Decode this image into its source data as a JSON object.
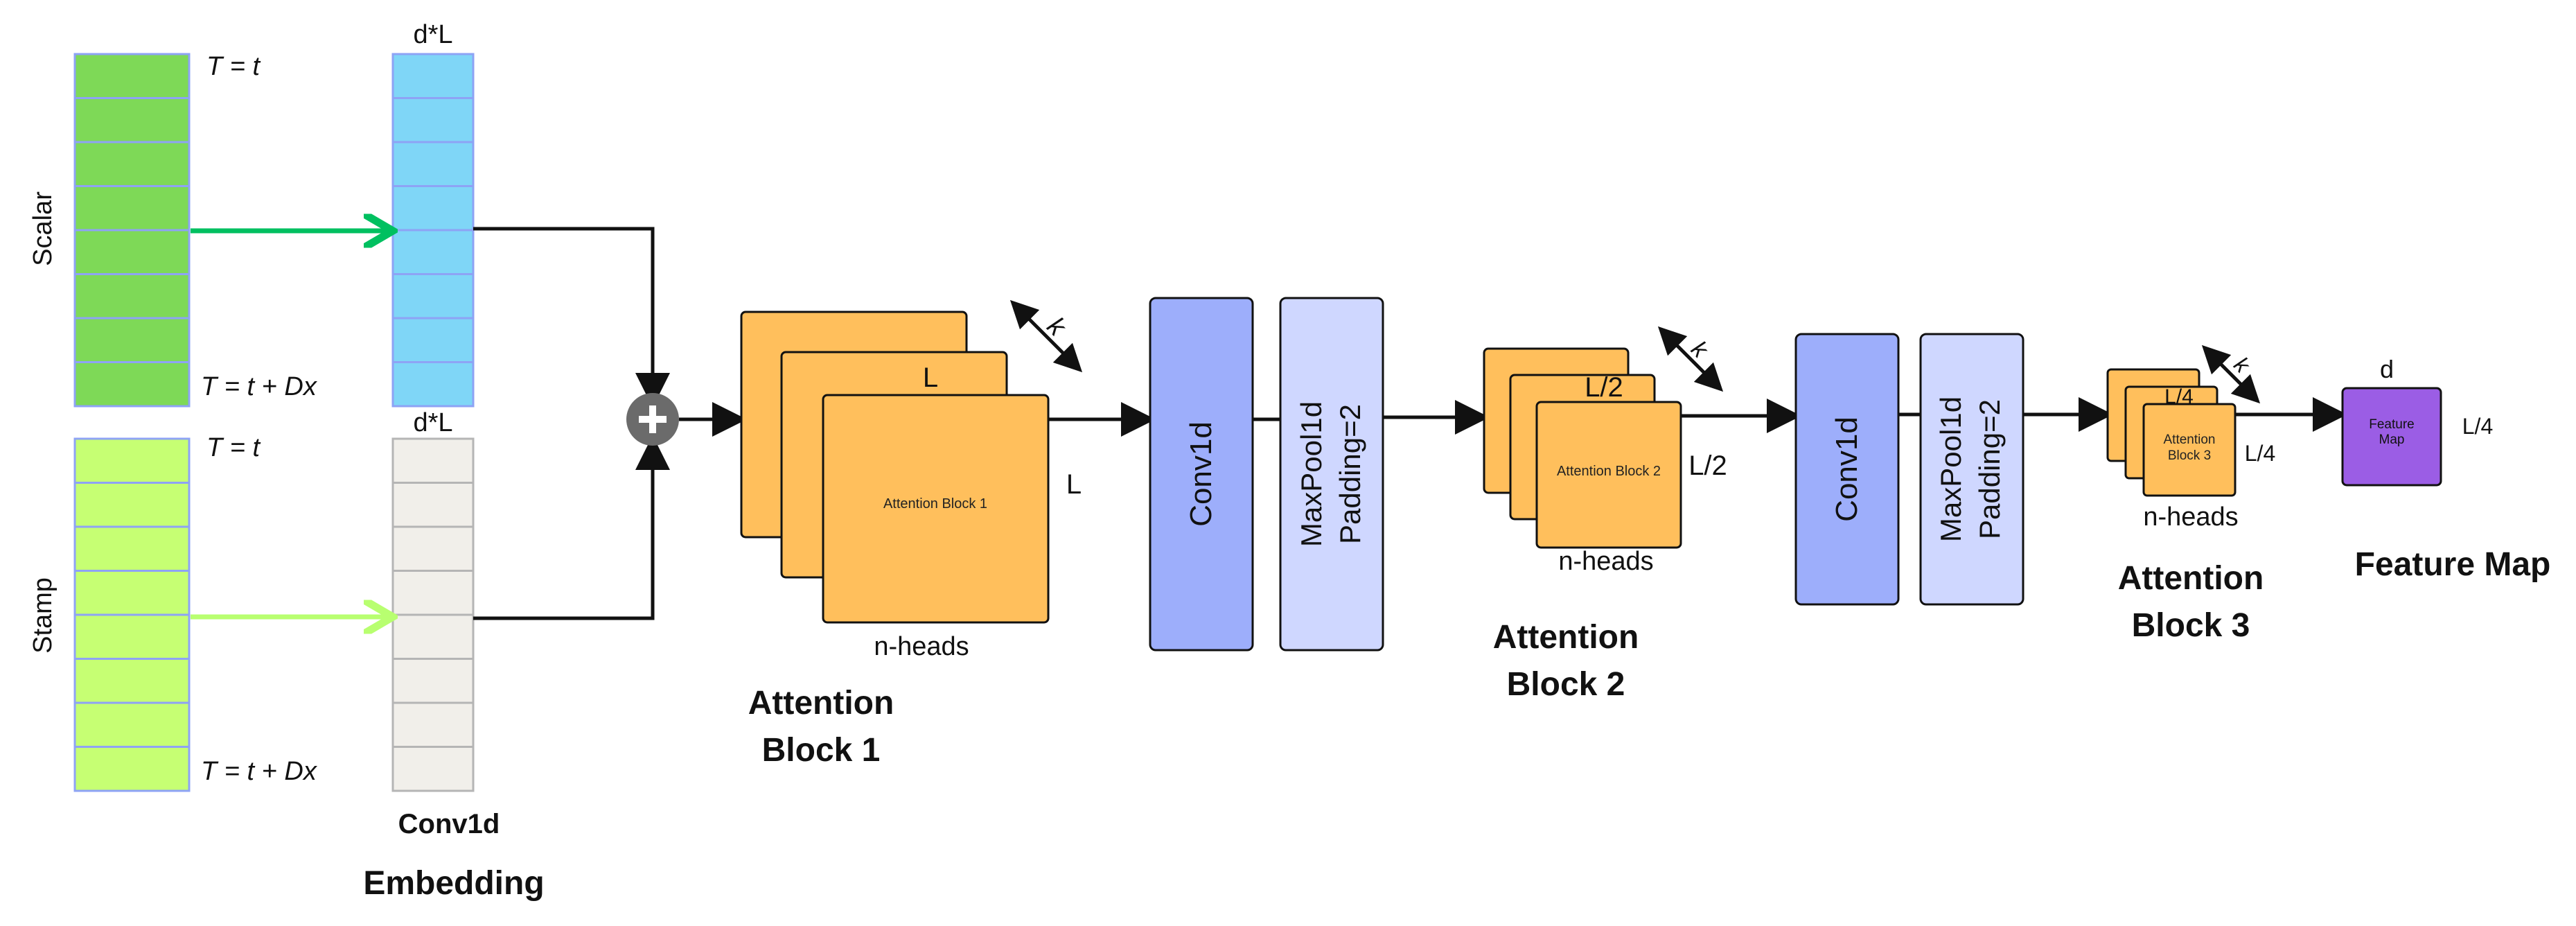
{
  "colors": {
    "scalar_fill": "#7ed957",
    "stamp_fill": "#c6ff73",
    "scalar_embed_fill": "#7fd6f7",
    "stamp_embed_fill": "#f1efea",
    "cell_border": "#8ea3f5",
    "stamp_embed_border": "#b5b5b5",
    "attention_fill": "#ffbf5c",
    "conv_fill": "#9daefb",
    "pool_fill": "#cfd7ff",
    "feature_fill": "#9b5de5",
    "scalar_arrow": "#00c060",
    "stamp_arrow": "#b8ff70",
    "plus_fill": "#6b6b6b",
    "line": "#111111"
  },
  "inputs": {
    "scalar": {
      "label": "Scalar",
      "top_time": "T = t",
      "bottom_time": "T = t + Dx",
      "embed_dim": "d*L"
    },
    "stamp": {
      "label": "Stamp",
      "top_time": "T = t",
      "bottom_time": "T = t + Dx",
      "embed_dim": "d*L"
    },
    "conv_label": "Conv1d",
    "embedding_label": "Embedding"
  },
  "block1": {
    "inner_label": "Attention Block 1",
    "dim_top": "L",
    "dim_side": "L",
    "heads": "n-heads",
    "kernel": "k",
    "title_line1": "Attention",
    "title_line2": "Block 1"
  },
  "layer1": {
    "conv": "Conv1d",
    "pool_line1": "MaxPool1d",
    "pool_line2": "Padding=2"
  },
  "block2": {
    "inner_label": "Attention Block 2",
    "dim_top": "L/2",
    "dim_side": "L/2",
    "heads": "n-heads",
    "kernel": "k",
    "title_line1": "Attention",
    "title_line2": "Block 2"
  },
  "layer2": {
    "conv": "Conv1d",
    "pool_line1": "MaxPool1d",
    "pool_line2": "Padding=2"
  },
  "block3": {
    "inner_line1": "Attention",
    "inner_line2": "Block 3",
    "dim_top": "L/4",
    "dim_side": "L/4",
    "heads": "n-heads",
    "kernel": "k",
    "title_line1": "Attention",
    "title_line2": "Block 3"
  },
  "feature": {
    "inner_line1": "Feature",
    "inner_line2": "Map",
    "dim_top": "d",
    "dim_side": "L/4",
    "title": "Feature Map"
  }
}
